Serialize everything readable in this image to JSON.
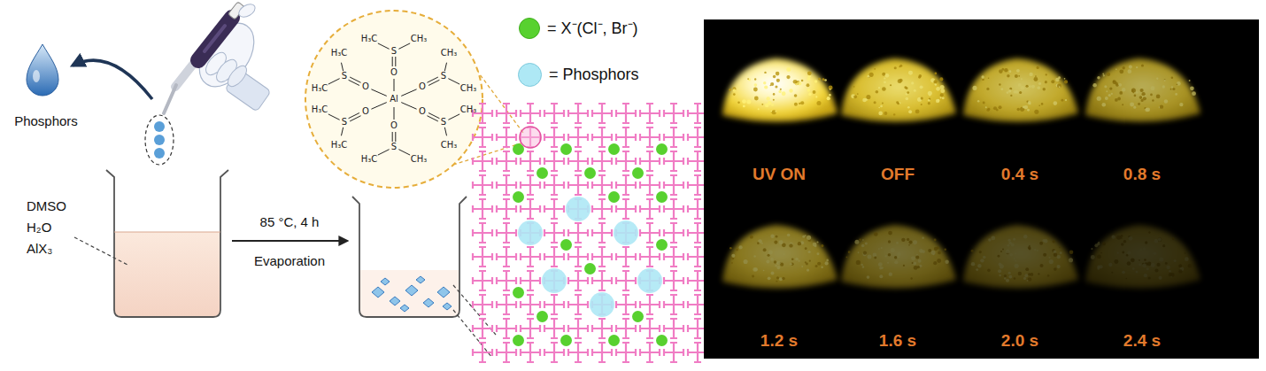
{
  "diagram": {
    "nodes": [
      {
        "text": [
          "UV ON"
        ]
      },
      {
        "text": [
          "OFF"
        ]
      },
      {
        "text": [
          "0.4 s"
        ]
      },
      {
        "text": [
          "0.8 s"
        ]
      },
      {
        "text": [
          "1.2 s"
        ]
      },
      {
        "text": [
          "1.6 s"
        ]
      },
      {
        "text": [
          "2.0 s"
        ]
      },
      {
        "text": [
          "2.4 s"
        ]
      }
    ],
    "labels": [
      "Phosphors",
      "DMSO",
      "H₂O",
      "AlX₃",
      "85 °C, 4 h",
      "Evaporation",
      "Al",
      "H₃C",
      "S",
      "CH₃",
      "O",
      "H₃C",
      "S",
      "H₃C",
      "O",
      "CH₃",
      "S",
      "CH₃",
      "O",
      "H₃C",
      "S",
      "H₃C",
      "O",
      "CH₃",
      "S",
      "CH₃",
      "O",
      "H₃C",
      "S",
      "CH₃",
      "O"
    ],
    "legend": [
      {
        "text": "= X⁻(Cl⁻, Br⁻)",
        "color": "#58d12f"
      },
      {
        "text": "= Phosphors",
        "color": "#aee8f5"
      }
    ]
  }
}
